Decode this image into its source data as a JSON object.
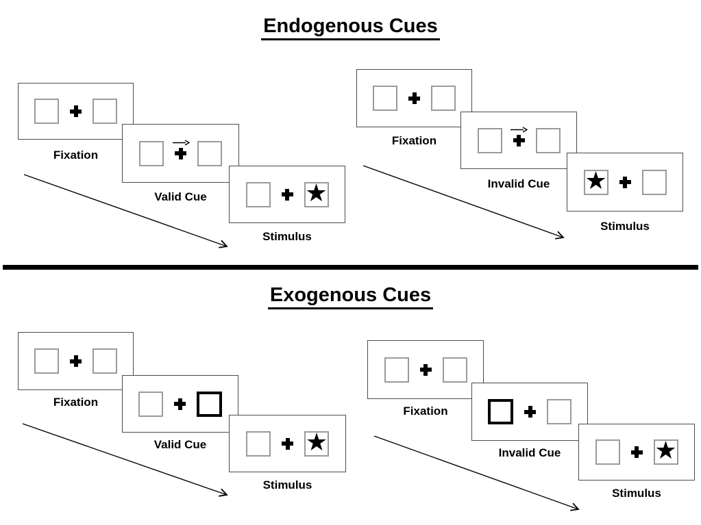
{
  "endogenous": {
    "title": "Endogenous Cues",
    "valid": {
      "fixation_label": "Fixation",
      "cue_label": "Valid Cue",
      "stimulus_label": "Stimulus",
      "cue_type": "central-arrow-right",
      "stimulus_star_side": "right"
    },
    "invalid": {
      "fixation_label": "Fixation",
      "cue_label": "Invalid Cue",
      "stimulus_label": "Stimulus",
      "cue_type": "central-arrow-right",
      "stimulus_star_side": "left"
    }
  },
  "exogenous": {
    "title": "Exogenous Cues",
    "valid": {
      "fixation_label": "Fixation",
      "cue_label": "Valid Cue",
      "stimulus_label": "Stimulus",
      "cue_type": "peripheral-bold-box-right",
      "stimulus_star_side": "right"
    },
    "invalid": {
      "fixation_label": "Fixation",
      "cue_label": "Invalid Cue",
      "stimulus_label": "Stimulus",
      "cue_type": "peripheral-bold-box-left",
      "stimulus_star_side": "right"
    }
  },
  "icons": {
    "star_char": "★",
    "fixation_cross": "plus-cross-icon",
    "cue_arrow": "right-arrow-icon"
  },
  "colors": {
    "background": "#ffffff",
    "ink": "#000000",
    "panel_border": "#4a4a4a",
    "square_border": "#9a9a9a",
    "divider": "#000000"
  }
}
